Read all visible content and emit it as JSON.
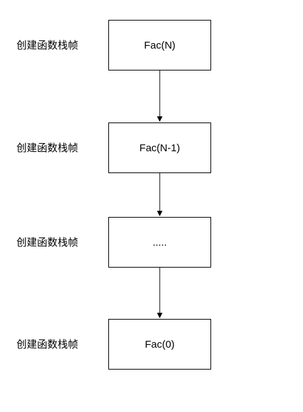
{
  "steps": [
    {
      "label": "创建函数栈帧",
      "node": "Fac(N)"
    },
    {
      "label": "创建函数栈帧",
      "node": "Fac(N-1)"
    },
    {
      "label": "创建函数栈帧",
      "node": "....."
    },
    {
      "label": "创建函数栈帧",
      "node": "Fac(0)"
    }
  ],
  "colors": {
    "stroke": "#000000",
    "background": "#ffffff"
  },
  "icons": [
    "arrow-down-icon"
  ]
}
